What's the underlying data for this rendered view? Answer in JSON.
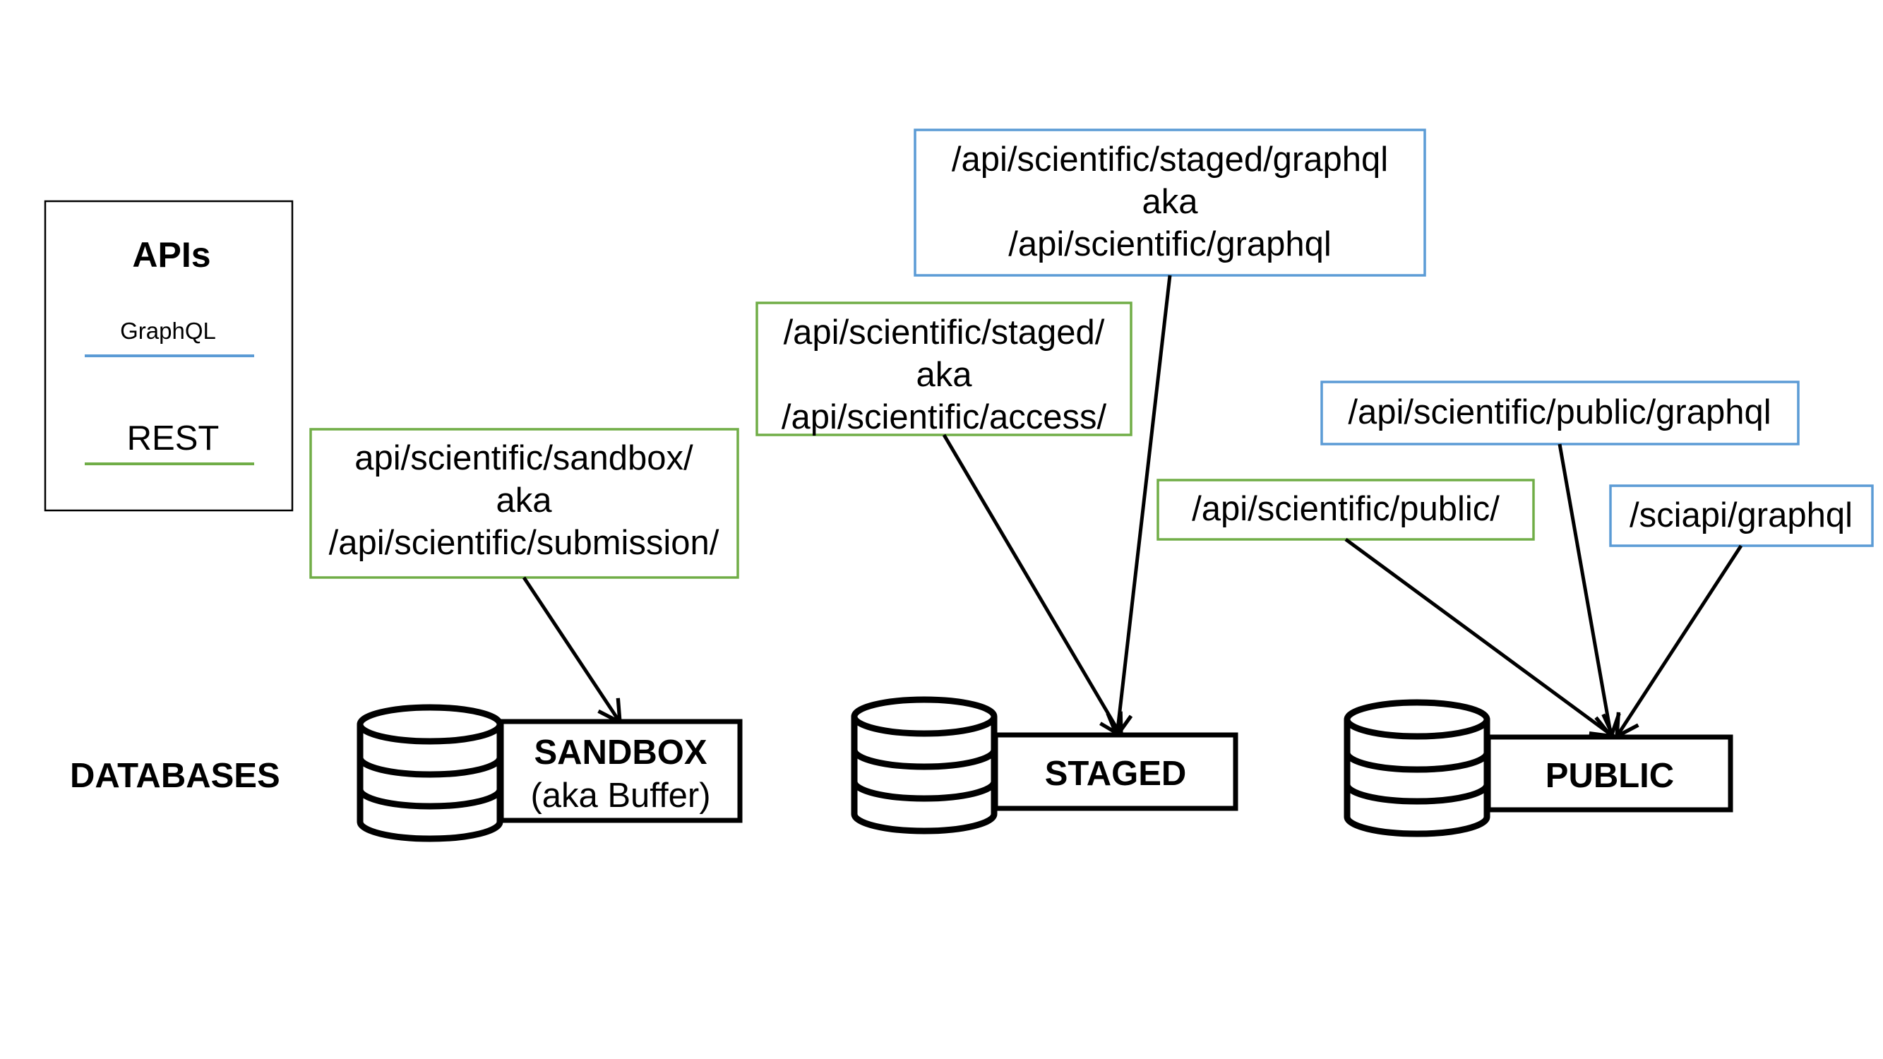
{
  "colors": {
    "graphql": "#5b9bd5",
    "rest": "#70ad47",
    "stroke": "#000000"
  },
  "legend": {
    "title": "APIs",
    "graphql_label": "GraphQL",
    "rest_label": "REST"
  },
  "databases_label": "DATABASES",
  "databases": {
    "sandbox": {
      "name": "SANDBOX",
      "alias": "(aka Buffer)"
    },
    "staged": {
      "name": "STAGED"
    },
    "public": {
      "name": "PUBLIC"
    }
  },
  "endpoints": {
    "sandbox_rest": {
      "type": "REST",
      "lines": [
        "api/scientific/sandbox/",
        "aka",
        "/api/scientific/submission/"
      ]
    },
    "staged_rest": {
      "type": "REST",
      "lines": [
        "/api/scientific/staged/",
        "aka",
        "/api/scientific/access/"
      ]
    },
    "staged_graphql": {
      "type": "GraphQL",
      "lines": [
        "/api/scientific/staged/graphql",
        "aka",
        "/api/scientific/graphql"
      ]
    },
    "public_rest": {
      "type": "REST",
      "lines": [
        "/api/scientific/public/"
      ]
    },
    "public_graphql": {
      "type": "GraphQL",
      "lines": [
        "/api/scientific/public/graphql"
      ]
    },
    "sciapi_graphql": {
      "type": "GraphQL",
      "lines": [
        "/sciapi/graphql"
      ]
    }
  },
  "connections": [
    {
      "from": "sandbox_rest",
      "to": "sandbox"
    },
    {
      "from": "staged_rest",
      "to": "staged"
    },
    {
      "from": "staged_graphql",
      "to": "staged"
    },
    {
      "from": "public_rest",
      "to": "public"
    },
    {
      "from": "public_graphql",
      "to": "public"
    },
    {
      "from": "sciapi_graphql",
      "to": "public"
    }
  ]
}
